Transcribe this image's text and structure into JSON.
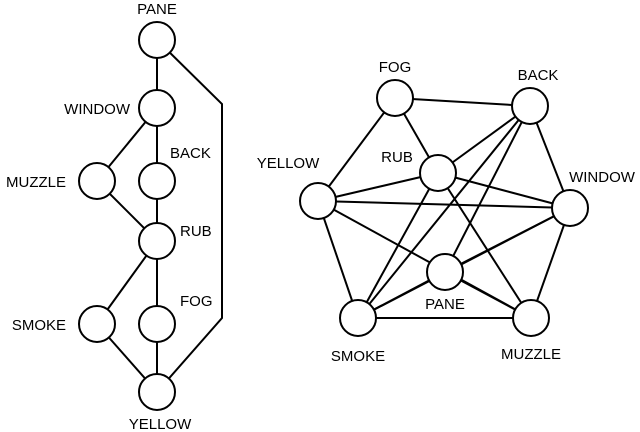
{
  "diagrams": [
    {
      "id": "left",
      "nodes": [
        {
          "id": "pane",
          "label": "PANE"
        },
        {
          "id": "window",
          "label": "WINDOW"
        },
        {
          "id": "back",
          "label": "BACK"
        },
        {
          "id": "muzzle",
          "label": "MUZZLE"
        },
        {
          "id": "rub",
          "label": "RUB"
        },
        {
          "id": "smoke",
          "label": "SMOKE"
        },
        {
          "id": "fog",
          "label": "FOG"
        },
        {
          "id": "yellow",
          "label": "YELLOW"
        }
      ],
      "edges": [
        [
          "pane",
          "window"
        ],
        [
          "pane",
          "yellow"
        ],
        [
          "window",
          "muzzle"
        ],
        [
          "window",
          "back"
        ],
        [
          "back",
          "rub"
        ],
        [
          "muzzle",
          "rub"
        ],
        [
          "rub",
          "smoke"
        ],
        [
          "rub",
          "fog"
        ],
        [
          "smoke",
          "yellow"
        ],
        [
          "fog",
          "yellow"
        ]
      ]
    },
    {
      "id": "right",
      "nodes": [
        {
          "id": "fog",
          "label": "FOG"
        },
        {
          "id": "back",
          "label": "BACK"
        },
        {
          "id": "yellow",
          "label": "YELLOW"
        },
        {
          "id": "rub",
          "label": "RUB"
        },
        {
          "id": "window",
          "label": "WINDOW"
        },
        {
          "id": "pane",
          "label": "PANE"
        },
        {
          "id": "smoke",
          "label": "SMOKE"
        },
        {
          "id": "muzzle",
          "label": "MUZZLE"
        }
      ],
      "edges": [
        [
          "fog",
          "back"
        ],
        [
          "fog",
          "yellow"
        ],
        [
          "fog",
          "rub"
        ],
        [
          "back",
          "rub"
        ],
        [
          "back",
          "window"
        ],
        [
          "back",
          "smoke"
        ],
        [
          "back",
          "pane"
        ],
        [
          "yellow",
          "rub"
        ],
        [
          "yellow",
          "window"
        ],
        [
          "yellow",
          "smoke"
        ],
        [
          "yellow",
          "muzzle"
        ],
        [
          "rub",
          "window"
        ],
        [
          "rub",
          "muzzle"
        ],
        [
          "rub",
          "smoke"
        ],
        [
          "window",
          "pane"
        ],
        [
          "window",
          "muzzle"
        ],
        [
          "window",
          "smoke"
        ],
        [
          "pane",
          "smoke"
        ],
        [
          "pane",
          "muzzle"
        ],
        [
          "smoke",
          "muzzle"
        ]
      ]
    }
  ]
}
